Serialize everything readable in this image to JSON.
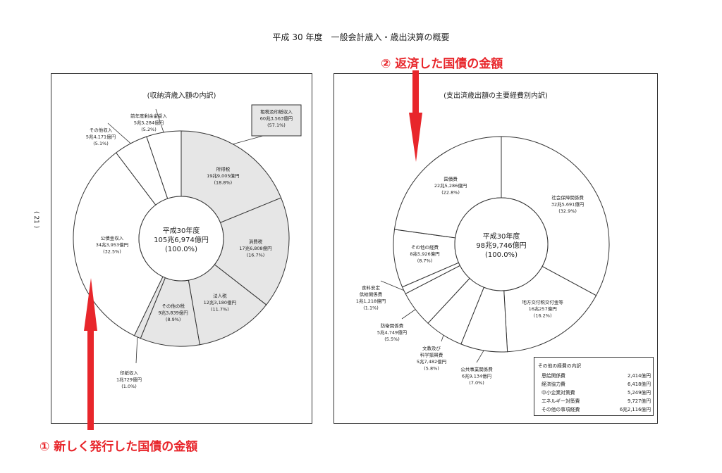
{
  "doc_title": "平成 30 年度　一般会計歳入・歳出決算の概要",
  "page_number": "( 21 )",
  "annotations": {
    "top": "② 返済した国債の金額",
    "bottom": "① 新しく発行した国債の金額"
  },
  "colors": {
    "accent_red": "#e8262b",
    "tax_fill": "#e6e6e6",
    "line": "#333333"
  },
  "chart_data": [
    {
      "type": "pie",
      "variant": "donut",
      "title": "(収納済歳入額の内訳)",
      "center": [
        "平成30年度",
        "105兆6,974億円",
        "(100.0%)"
      ],
      "tax_group_label": {
        "name": "租税及印紙収入",
        "amount": "60兆3,563億円",
        "pct": "(57.1%)"
      },
      "slices": [
        {
          "name": "所得税",
          "amount": "19兆9,005億円",
          "pct": "(18.8%)",
          "value": 18.8,
          "tax": true
        },
        {
          "name": "消費税",
          "amount": "17兆6,808億円",
          "pct": "(16.7%)",
          "value": 16.7,
          "tax": true
        },
        {
          "name": "法人税",
          "amount": "12兆3,180億円",
          "pct": "(11.7%)",
          "value": 11.7,
          "tax": true
        },
        {
          "name": "その他の税",
          "amount": "9兆3,839億円",
          "pct": "(8.9%)",
          "value": 8.9,
          "tax": true
        },
        {
          "name": "印紙収入",
          "amount": "1兆729億円",
          "pct": "(1.0%)",
          "value": 1.0,
          "tax": true
        },
        {
          "name": "公債金収入",
          "amount": "34兆3,953億円",
          "pct": "(32.5%)",
          "value": 32.5,
          "tax": false
        },
        {
          "name": "その他収入",
          "amount": "5兆4,171億円",
          "pct": "(5.1%)",
          "value": 5.1,
          "tax": false
        },
        {
          "name": "前年度剰余金受入",
          "amount": "5兆5,284億円",
          "pct": "(5.2%)",
          "value": 5.2,
          "tax": false
        }
      ]
    },
    {
      "type": "pie",
      "variant": "donut",
      "title": "(支出済歳出額の主要経費別内訳)",
      "center": [
        "平成30年度",
        "98兆9,746億円",
        "(100.0%)"
      ],
      "slices": [
        {
          "name": "社会保障関係費",
          "amount": "32兆5,691億円",
          "pct": "(32.9%)",
          "value": 32.9
        },
        {
          "name": "地方交付税交付金等",
          "amount": "16兆257億円",
          "pct": "(16.2%)",
          "value": 16.2
        },
        {
          "name": "公共事業関係費",
          "amount": "6兆9,134億円",
          "pct": "(7.0%)",
          "value": 7.0
        },
        {
          "name": "文教及び科学振興費",
          "amount": "5兆7,482億円",
          "pct": "(5.8%)",
          "value": 5.8
        },
        {
          "name": "防衛関係費",
          "amount": "5兆4,749億円",
          "pct": "(5.5%)",
          "value": 5.5
        },
        {
          "name": "食料安定供給関係費",
          "amount": "1兆1,218億円",
          "pct": "(1.1%)",
          "value": 1.1
        },
        {
          "name": "その他の経費",
          "amount": "8兆5,926億円",
          "pct": "(8.7%)",
          "value": 8.7
        },
        {
          "name": "国債費",
          "amount": "22兆5,286億円",
          "pct": "(22.8%)",
          "value": 22.8
        }
      ],
      "other_breakdown": {
        "title": "その他の経費の内訳",
        "rows": [
          {
            "name": "恩給関係費",
            "amount": "2,414億円"
          },
          {
            "name": "経済協力費",
            "amount": "6,418億円"
          },
          {
            "name": "中小企業対策費",
            "amount": "5,249億円"
          },
          {
            "name": "エネルギー対策費",
            "amount": "9,727億円"
          },
          {
            "name": "その他の事項経費",
            "amount": "6兆2,116億円"
          }
        ]
      }
    }
  ]
}
